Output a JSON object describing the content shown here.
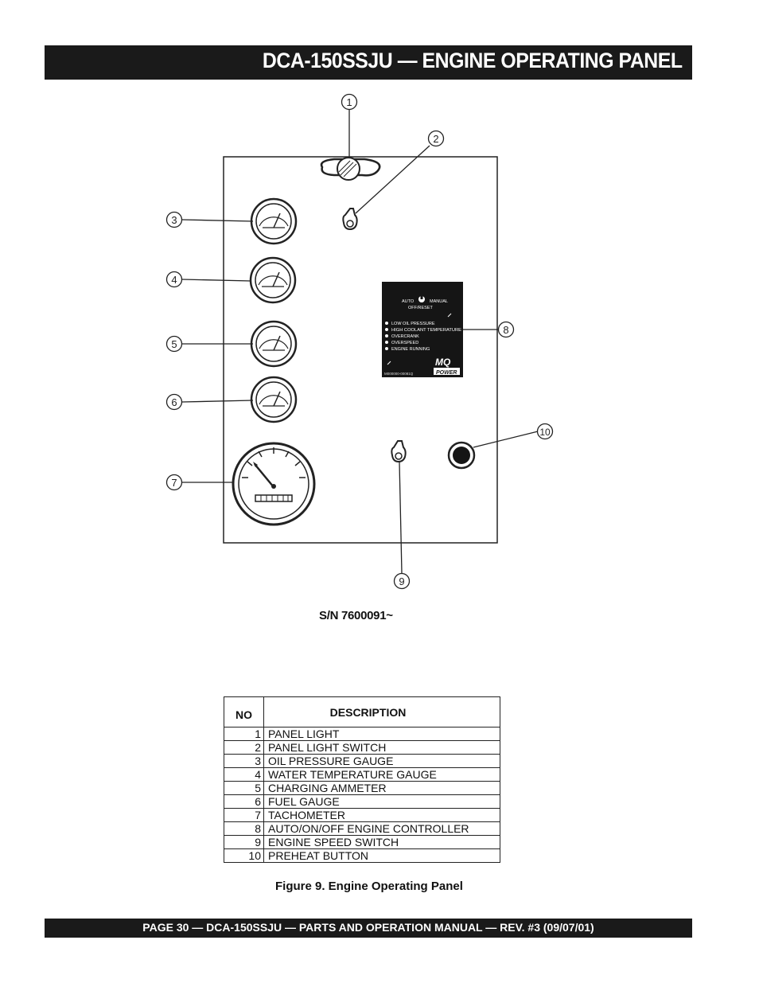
{
  "header": {
    "title": "DCA-150SSJU — ENGINE OPERATING PANEL"
  },
  "footer": {
    "text": "PAGE 30 — DCA-150SSJU — PARTS AND OPERATION MANUAL — REV. #3 (09/07/01)"
  },
  "figure": {
    "callouts": [
      "1",
      "2",
      "3",
      "4",
      "5",
      "6",
      "7",
      "8",
      "9",
      "10"
    ],
    "controller": {
      "mode_labels": [
        "AUTO",
        "MANUAL",
        "OFF/RESET"
      ],
      "indicators": [
        "LOW OIL PRESSURE",
        "HIGH COOLANT TEMPERATURE",
        "OVERCRANK",
        "OVERSPEED",
        "ENGINE RUNNING"
      ],
      "part_number": "M000000-00081Q",
      "logo": "MQ POWER"
    },
    "serial": "S/N 7600091~",
    "caption": "Figure 9. Engine Operating Panel"
  },
  "legend": {
    "headers": {
      "no": "NO",
      "description": "DESCRIPTION"
    },
    "rows": [
      {
        "no": "1",
        "description": "PANEL LIGHT"
      },
      {
        "no": "2",
        "description": "PANEL LIGHT SWITCH"
      },
      {
        "no": "3",
        "description": "OIL PRESSURE GAUGE"
      },
      {
        "no": "4",
        "description": "WATER TEMPERATURE GAUGE"
      },
      {
        "no": "5",
        "description": "CHARGING AMMETER"
      },
      {
        "no": "6",
        "description": "FUEL GAUGE"
      },
      {
        "no": "7",
        "description": "TACHOMETER"
      },
      {
        "no": "8",
        "description": "AUTO/ON/OFF ENGINE CONTROLLER"
      },
      {
        "no": "9",
        "description": "ENGINE SPEED SWITCH"
      },
      {
        "no": "10",
        "description": "PREHEAT BUTTON"
      }
    ]
  }
}
